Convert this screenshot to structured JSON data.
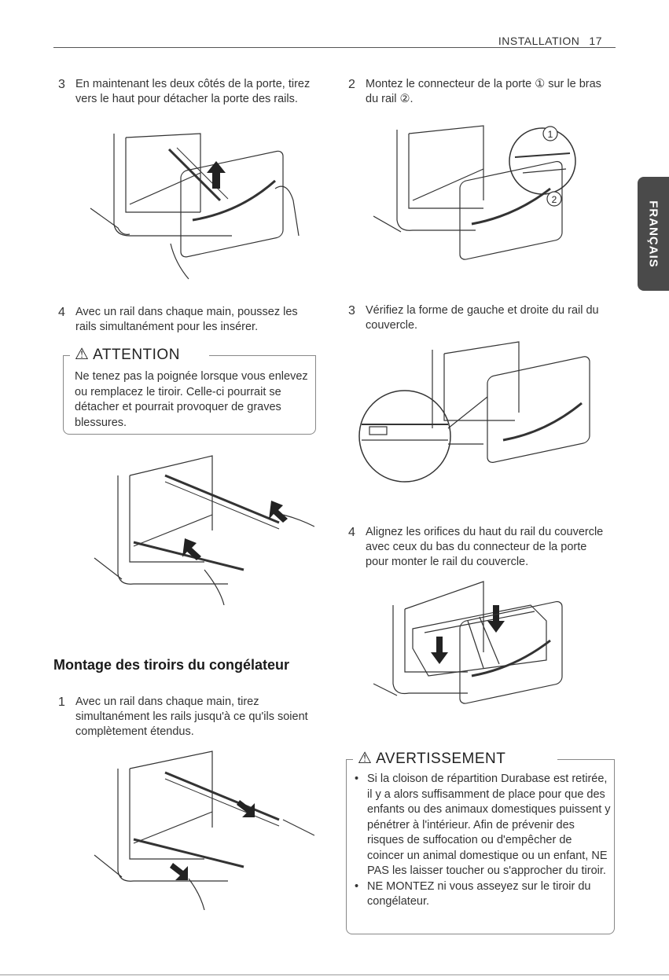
{
  "header": {
    "section": "INSTALLATION",
    "page": "17"
  },
  "side_tab": "FRANÇAIS",
  "left": {
    "step3": {
      "num": "3",
      "text": "En maintenant les deux côtés de la porte, tirez vers le haut pour détacher la porte des rails."
    },
    "step4": {
      "num": "4",
      "text": "Avec un rail dans chaque main, poussez les rails simultanément pour les insérer."
    },
    "attention": {
      "title": "ATTENTION",
      "text": "Ne tenez pas la poignée lorsque vous enlevez ou remplacez le tiroir. Celle-ci pourrait se détacher et pourrait provoquer de graves blessures."
    },
    "section_title": "Montage des tiroirs du congélateur",
    "step1": {
      "num": "1",
      "text": "Avec un rail dans chaque main, tirez simultanément les rails jusqu'à ce qu'ils soient complètement étendus."
    }
  },
  "right": {
    "step2": {
      "num": "2",
      "text": "Montez le connecteur de la porte ① sur le bras du rail ②."
    },
    "step3": {
      "num": "3",
      "text": "Vérifiez la forme de gauche et droite du rail du couvercle."
    },
    "step4": {
      "num": "4",
      "text": "Alignez les orifices du haut du rail du couvercle avec ceux du bas du connecteur de la porte pour monter le rail du couvercle."
    },
    "warning": {
      "title": "AVERTISSEMENT",
      "items": [
        "Si la cloison de répartition Durabase est retirée, il y a alors suffisamment de place pour que des enfants ou des animaux domestiques puissent y pénétrer à l'intérieur. Afin de prévenir des risques de suffocation ou d'empêcher de coincer un animal domestique ou un enfant, NE PAS les laisser toucher ou s'approcher du tiroir.",
        "NE MONTEZ ni vous asseyez sur le tiroir du congélateur."
      ]
    }
  },
  "callouts": {
    "one": "1",
    "two": "2"
  }
}
